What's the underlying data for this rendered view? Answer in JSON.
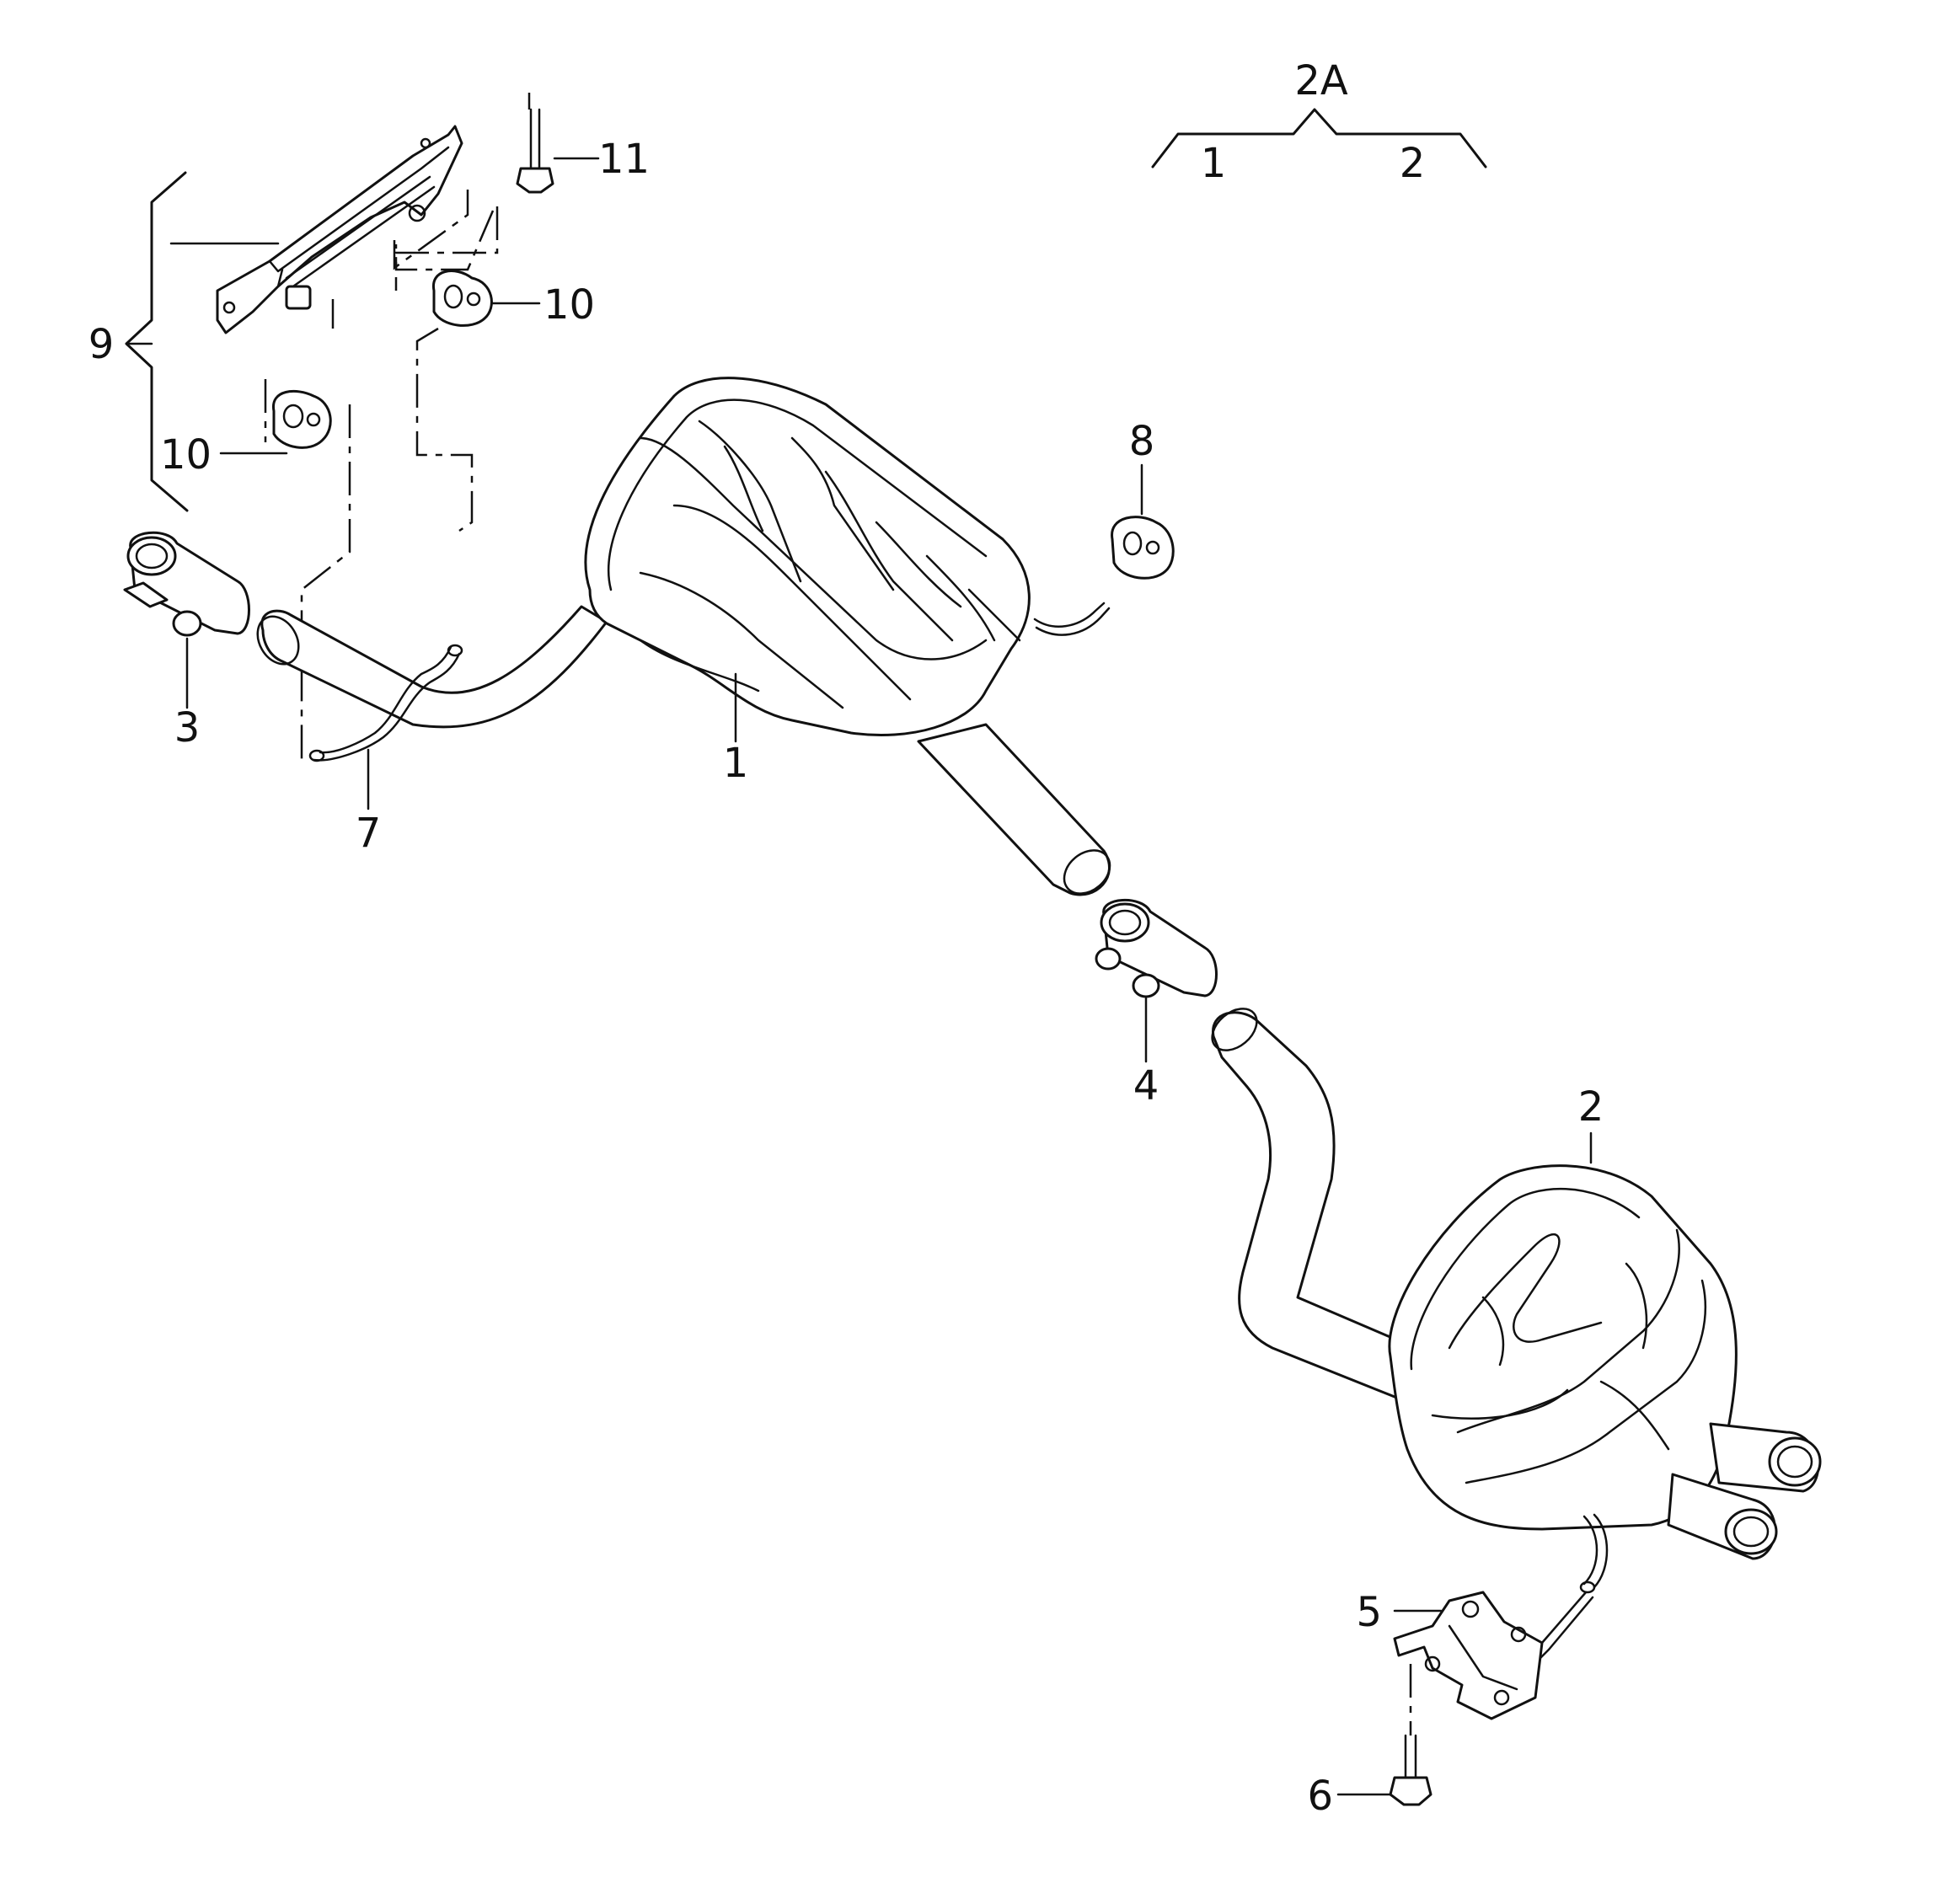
{
  "diagram": {
    "group_label": "2A",
    "group_items": [
      "1",
      "2"
    ],
    "callouts": [
      {
        "id": "c1",
        "text": "1"
      },
      {
        "id": "c2",
        "text": "2"
      },
      {
        "id": "c3",
        "text": "3"
      },
      {
        "id": "c4",
        "text": "4"
      },
      {
        "id": "c5",
        "text": "5"
      },
      {
        "id": "c6",
        "text": "6"
      },
      {
        "id": "c7",
        "text": "7"
      },
      {
        "id": "c8",
        "text": "8"
      },
      {
        "id": "c9",
        "text": "9"
      },
      {
        "id": "c10a",
        "text": "10"
      },
      {
        "id": "c10b",
        "text": "10"
      },
      {
        "id": "c11",
        "text": "11"
      }
    ]
  }
}
